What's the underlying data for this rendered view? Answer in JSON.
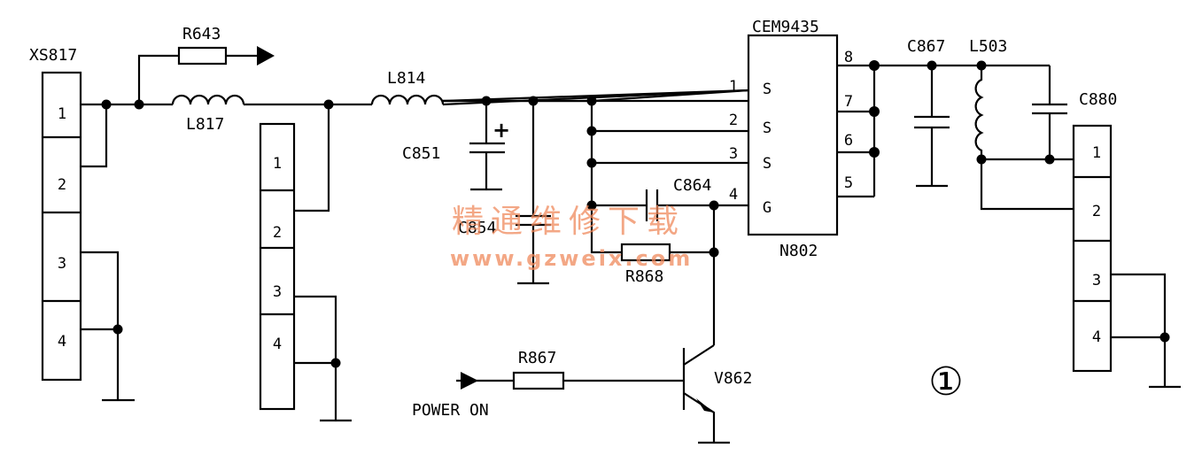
{
  "labels": {
    "xs817": "XS817",
    "r643": "R643",
    "l817": "L817",
    "l814": "L814",
    "c851": "C851",
    "c854": "C854",
    "c864": "C864",
    "r868": "R868",
    "r867": "R867",
    "v862": "V862",
    "power_on": "POWER ON",
    "chip_name": "CEM9435",
    "chip_ref": "N802",
    "c867": "C867",
    "l503": "L503",
    "c880": "C880",
    "plus": "+",
    "figure_number": "①"
  },
  "connector_xs817_pins": [
    "1",
    "2",
    "3",
    "4"
  ],
  "connector_mid_pins": [
    "1",
    "2",
    "3",
    "4"
  ],
  "connector_c880_pins": [
    "1",
    "2",
    "3",
    "4"
  ],
  "chip": {
    "left_pins": [
      {
        "num": "1",
        "name": "S"
      },
      {
        "num": "2",
        "name": "S"
      },
      {
        "num": "3",
        "name": "S"
      },
      {
        "num": "4",
        "name": "G"
      }
    ],
    "right_pins": [
      "8",
      "7",
      "6",
      "5"
    ]
  },
  "watermark": {
    "title": "精通维修下载",
    "url": "www.gzweix.com"
  }
}
